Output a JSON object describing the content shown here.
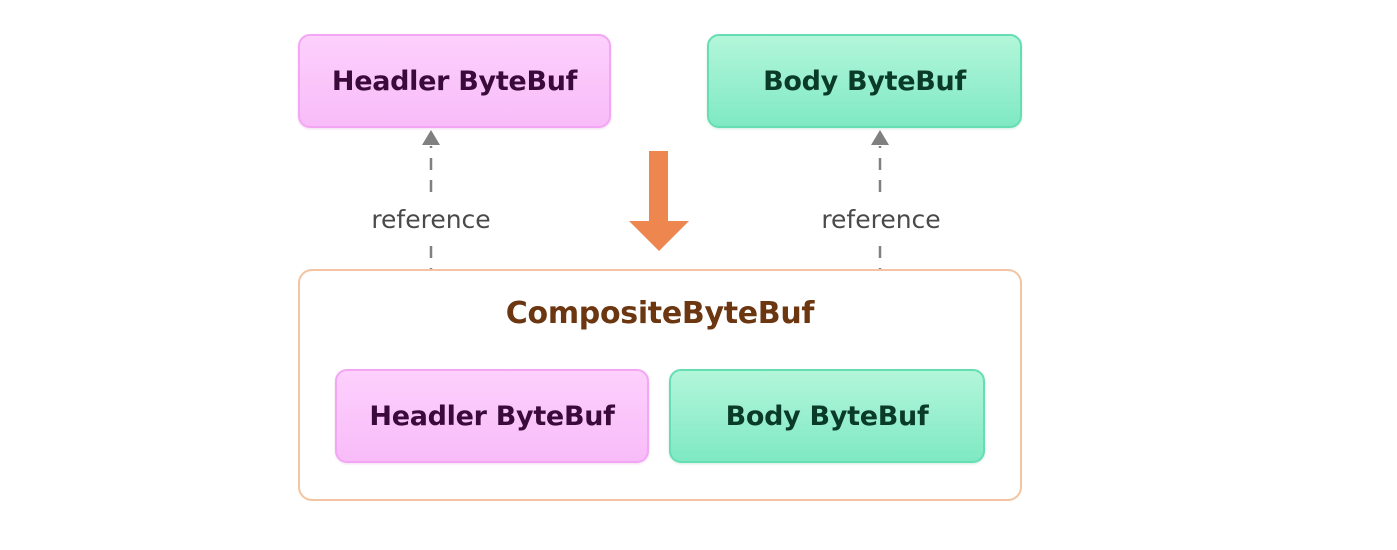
{
  "top": {
    "header_label": "Headler ByteBuf",
    "body_label": "Body ByteBuf"
  },
  "composite": {
    "title": "CompositeByteBuf",
    "header_label": "Headler ByteBuf",
    "body_label": "Body ByteBuf"
  },
  "connectors": {
    "left_label": "reference",
    "right_label": "reference"
  },
  "colors": {
    "header_fill": "#f8bcf8",
    "body_fill": "#7fe9c4",
    "composite_border": "#f3c4a2",
    "composite_title": "#6b3610",
    "down_arrow": "#ee8650",
    "connector": "#808080"
  }
}
